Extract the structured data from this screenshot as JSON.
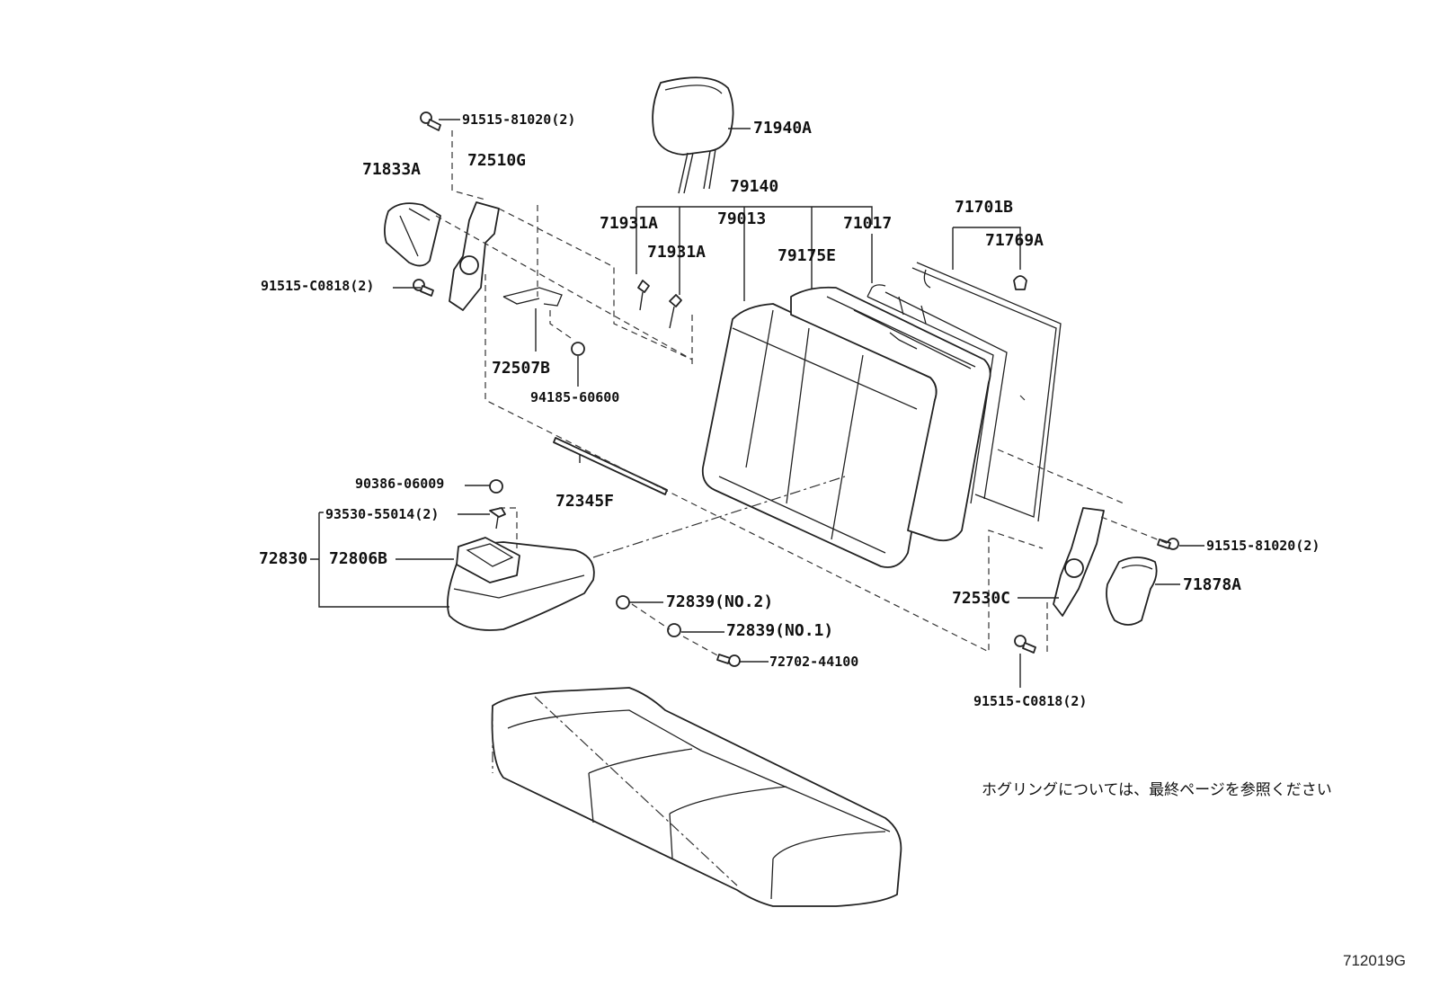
{
  "diagram": {
    "labels": {
      "p71940A": "71940A",
      "p91515_81020_top": "91515-81020(2)",
      "p71833A": "71833A",
      "p72510G": "72510G",
      "p79140": "79140",
      "p71931A_1": "71931A",
      "p79013": "79013",
      "p71017": "71017",
      "p71701B": "71701B",
      "p71769A": "71769A",
      "p71931A_2": "71931A",
      "p79175E": "79175E",
      "p91515_C0818_left": "91515-C0818(2)",
      "p72507B": "72507B",
      "p94185_60600": "94185-60600",
      "p90386_06009": "90386-06009",
      "p72345F": "72345F",
      "p93530_55014": "93530-55014(2)",
      "p72830": "72830",
      "p72806B": "72806B",
      "p72839_no2": "72839(NO.2)",
      "p72839_no1": "72839(NO.1)",
      "p72702_44100": "72702-44100",
      "p72530C": "72530C",
      "p91515_81020_right": "91515-81020(2)",
      "p71878A": "71878A",
      "p91515_C0818_right": "91515-C0818(2)"
    },
    "note": "ホグリングについては、最終ページを参照ください",
    "reference_code": "712019G"
  }
}
